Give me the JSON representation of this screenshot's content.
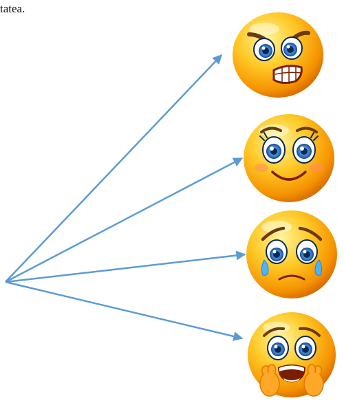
{
  "caption": "tatea.",
  "colors": {
    "arrow": "#5b9bd5",
    "face_light": "#fff176",
    "face_mid": "#ffc107",
    "face_dark": "#e07800",
    "mouth": "#7a1e00",
    "brow": "#6b3a10",
    "eye_iris": "#2e73c8",
    "eye_dark": "#0a2850",
    "tear": "#4fb3f6",
    "hand": "#ffa000"
  },
  "emojis": [
    {
      "icon": "angry-face-icon",
      "expression": "angry"
    },
    {
      "icon": "happy-face-icon",
      "expression": "happy"
    },
    {
      "icon": "crying-face-icon",
      "expression": "crying"
    },
    {
      "icon": "scared-face-icon",
      "expression": "scared"
    }
  ]
}
